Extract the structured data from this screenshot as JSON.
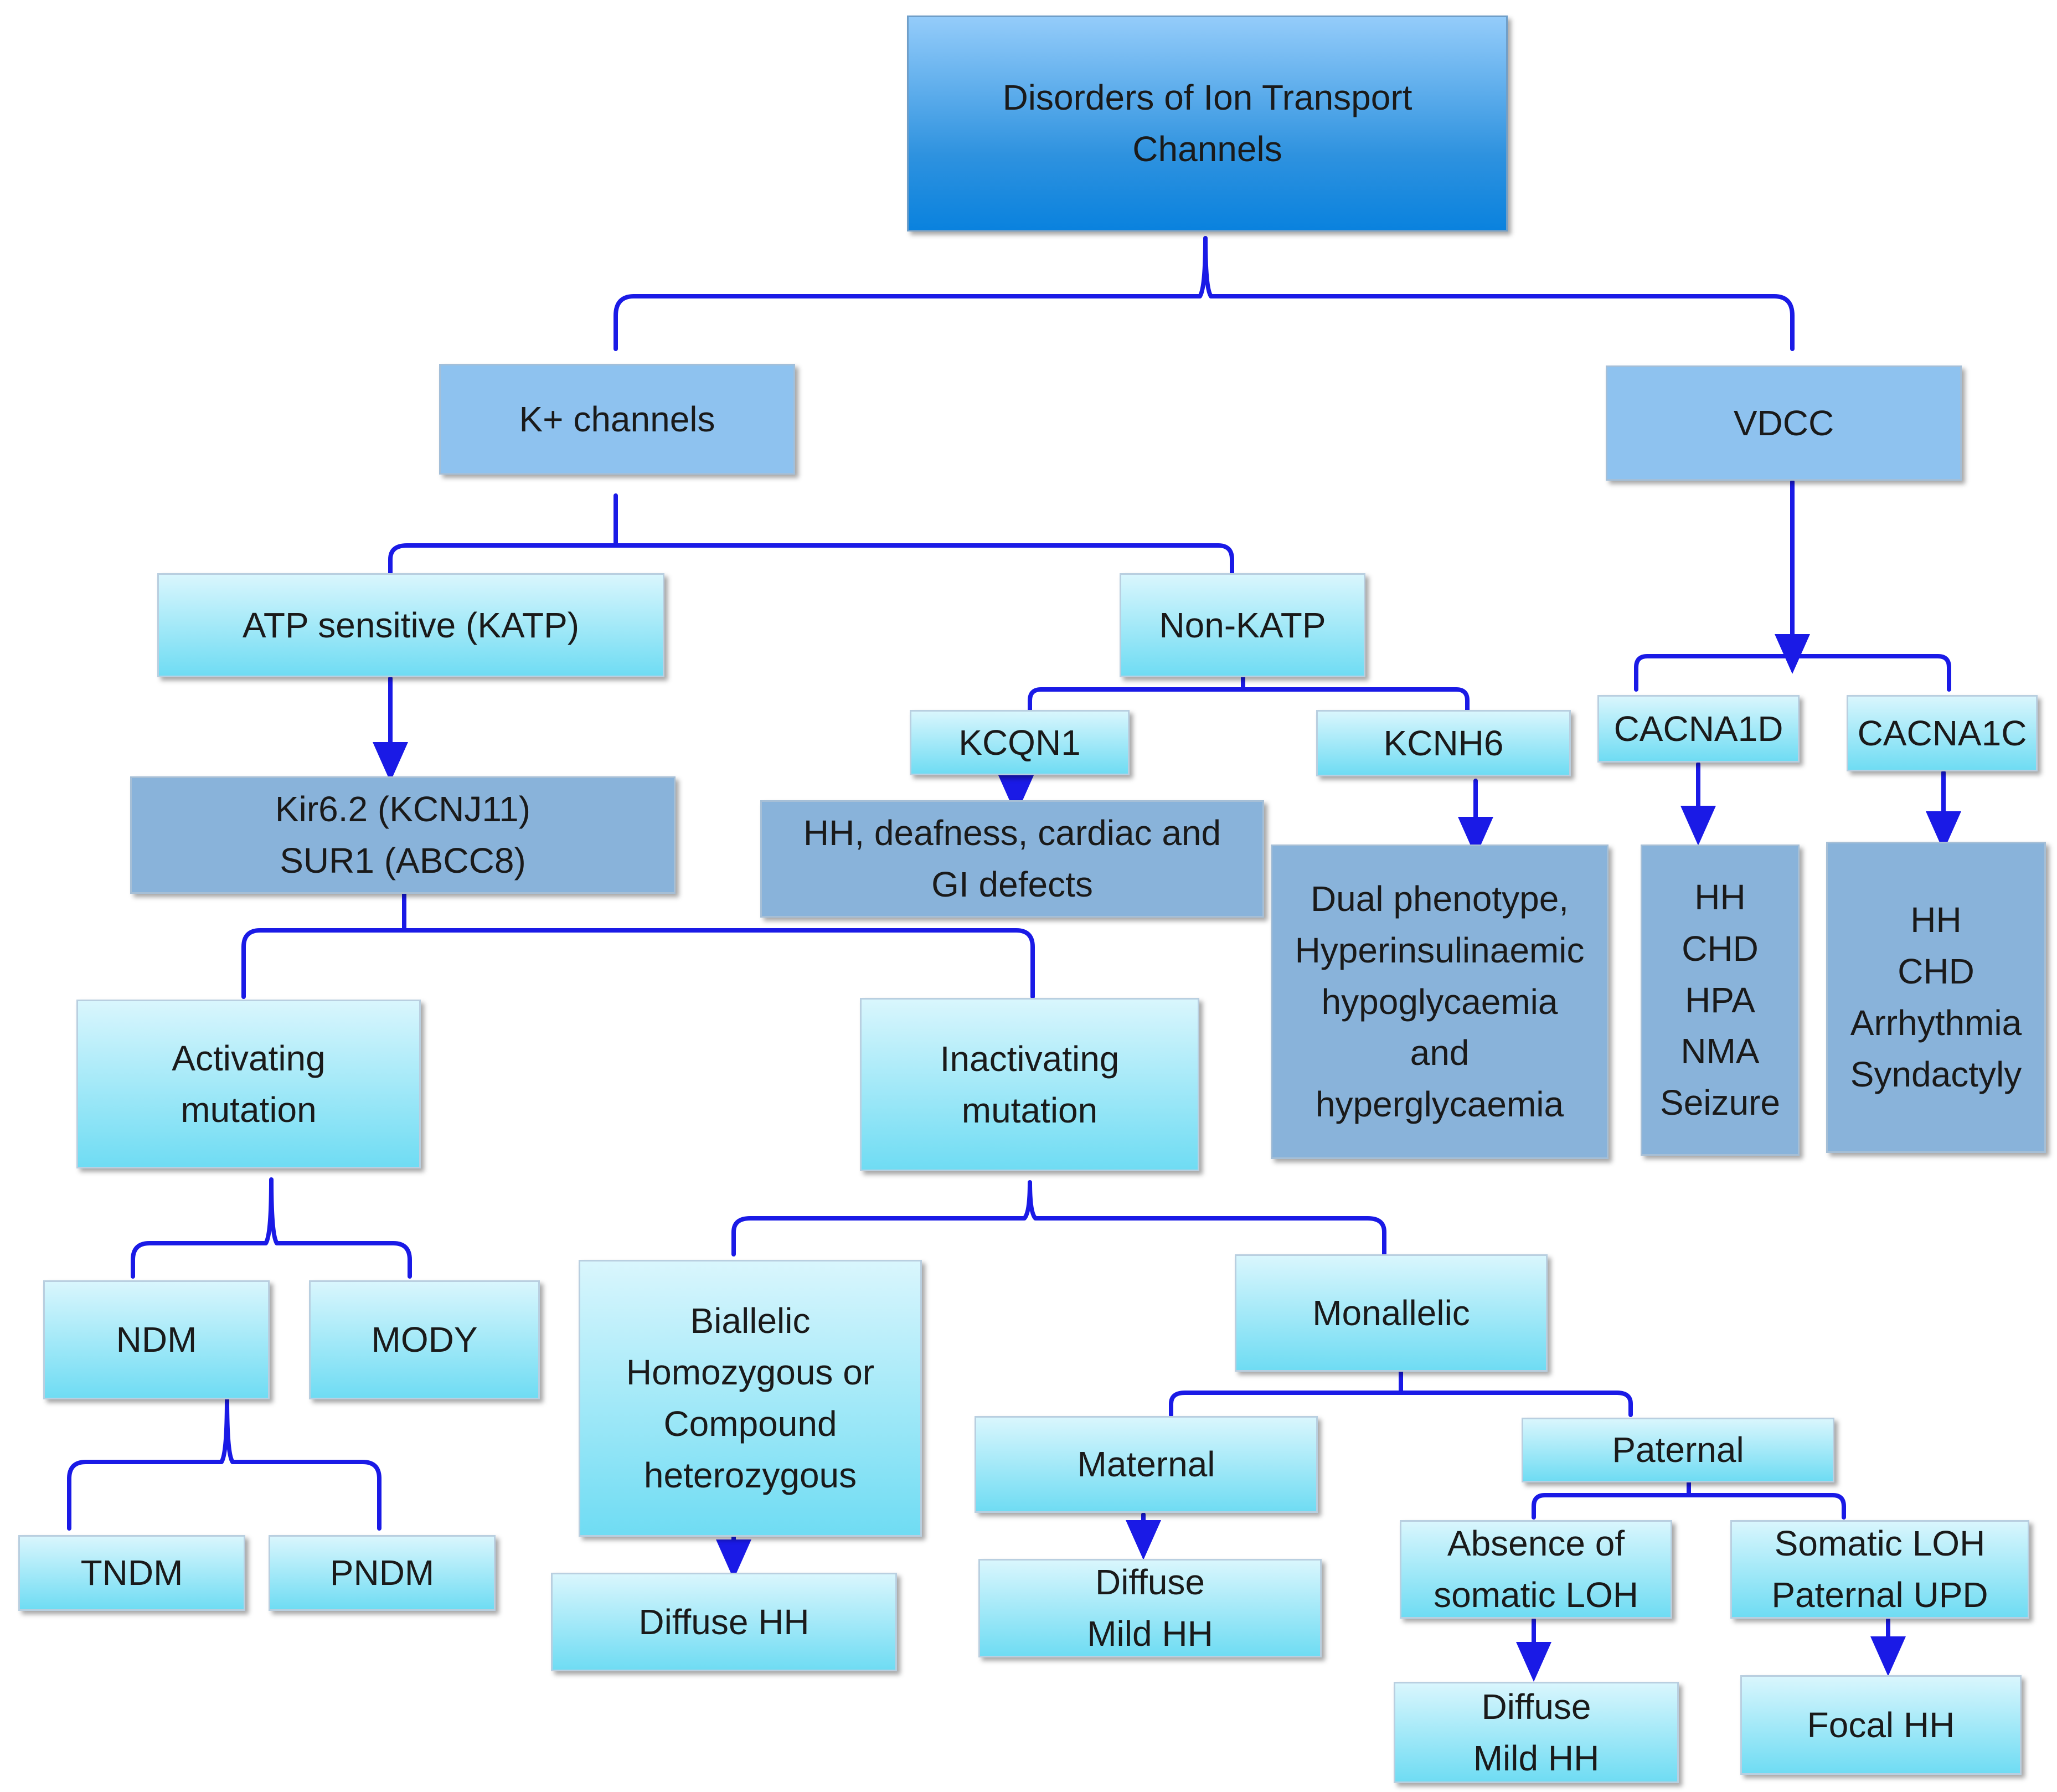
{
  "diagram": {
    "colors": {
      "connector": "#1a1ae6",
      "root": "#2e92df",
      "category": "#8ec2ef",
      "subtype": "#6fdcf3",
      "outcome": "#89b3da"
    },
    "nodes": {
      "root": {
        "lines": [
          "Disorders of Ion Transport",
          "Channels"
        ]
      },
      "k_channels": {
        "lines": [
          "K+ channels"
        ]
      },
      "vdcc": {
        "lines": [
          "VDCC"
        ]
      },
      "katp": {
        "lines": [
          "ATP sensitive (KATP)"
        ]
      },
      "non_katp": {
        "lines": [
          "Non-KATP"
        ]
      },
      "kir_sur": {
        "lines": [
          "Kir6.2 (KCNJ11)",
          "SUR1 (ABCC8)"
        ]
      },
      "kcqn1": {
        "lines": [
          "KCQN1"
        ]
      },
      "kcnh6": {
        "lines": [
          "KCNH6"
        ]
      },
      "kcqn1_effects": {
        "lines": [
          "HH, deafness, cardiac and",
          "GI defects"
        ]
      },
      "kcnh6_effects": {
        "lines": [
          "Dual phenotype,",
          "Hyperinsulinaemic",
          "hypoglycaemia",
          "and",
          "hyperglycaemia"
        ]
      },
      "cacna1d": {
        "lines": [
          "CACNA1D"
        ]
      },
      "cacna1c": {
        "lines": [
          "CACNA1C"
        ]
      },
      "cacna1d_effects": {
        "lines": [
          "HH",
          "CHD",
          "HPA",
          "NMA",
          "Seizure"
        ]
      },
      "cacna1c_effects": {
        "lines": [
          "HH",
          "CHD",
          "Arrhythmia",
          "Syndactyly"
        ]
      },
      "activating": {
        "lines": [
          "Activating",
          "mutation"
        ]
      },
      "inactivating": {
        "lines": [
          "Inactivating",
          "mutation"
        ]
      },
      "ndm": {
        "lines": [
          "NDM"
        ]
      },
      "mody": {
        "lines": [
          "MODY"
        ]
      },
      "tndm": {
        "lines": [
          "TNDM"
        ]
      },
      "pndm": {
        "lines": [
          "PNDM"
        ]
      },
      "biallelic": {
        "lines": [
          "Biallelic",
          "Homozygous or",
          "Compound",
          "heterozygous"
        ]
      },
      "monallelic": {
        "lines": [
          "Monallelic"
        ]
      },
      "diffuse_hh": {
        "lines": [
          "Diffuse HH"
        ]
      },
      "maternal": {
        "lines": [
          "Maternal"
        ]
      },
      "paternal": {
        "lines": [
          "Paternal"
        ]
      },
      "maternal_result": {
        "lines": [
          "Diffuse",
          "Mild HH"
        ]
      },
      "absence_loh": {
        "lines": [
          "Absence of",
          "somatic LOH"
        ]
      },
      "somatic_loh": {
        "lines": [
          "Somatic LOH",
          "Paternal UPD"
        ]
      },
      "absence_result": {
        "lines": [
          "Diffuse",
          "Mild HH"
        ]
      },
      "focal_hh": {
        "lines": [
          "Focal HH"
        ]
      }
    }
  }
}
